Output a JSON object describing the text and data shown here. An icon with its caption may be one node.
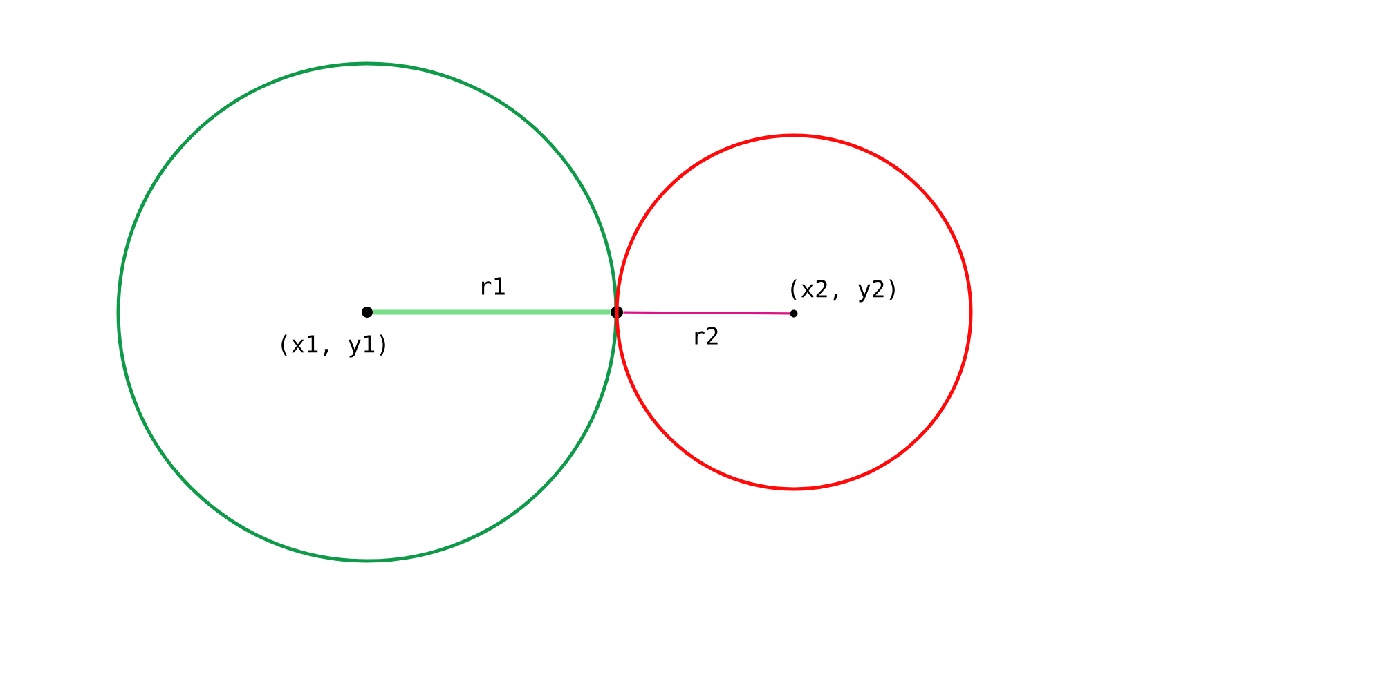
{
  "diagram": {
    "nodes": [
      {
        "text": [],
        "shape": "circle"
      },
      {
        "text": [],
        "shape": "circle",
        "beside": [
          "(x1, y1)"
        ],
        "in": 0
      },
      {
        "text": [],
        "shape": "circle"
      },
      {
        "text": [],
        "shape": "circle"
      },
      {
        "text": [],
        "shape": "circle",
        "beside": [
          "(x2, y2)"
        ],
        "in": 3
      }
    ],
    "edges": [
      {
        "from": 1,
        "to": 2,
        "arrow": "none",
        "label": "r1",
        "style": "thick",
        "color": "#77dd88"
      },
      {
        "from": 2,
        "to": 4,
        "arrow": "none",
        "label": "r2",
        "color": "#dd1188"
      }
    ]
  }
}
